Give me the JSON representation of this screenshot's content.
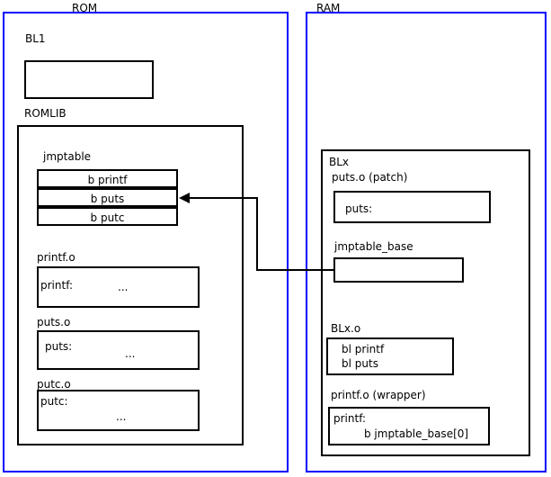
{
  "diagram": {
    "title": "ROM / RAM jump table patching diagram",
    "colors": {
      "region_border": "#0000ff",
      "box_border": "#000000",
      "text": "#000000",
      "background": "#ffffff"
    },
    "regions": [
      {
        "id": "rom",
        "label": "ROM"
      },
      {
        "id": "ram",
        "label": "RAM"
      }
    ],
    "rom": {
      "label": "ROM",
      "bl1": {
        "label": "BL1",
        "body": ""
      },
      "romlib": {
        "label": "ROMLIB",
        "jmptable": {
          "label": "jmptable",
          "rows": [
            {
              "text": "b printf"
            },
            {
              "text": "b puts"
            },
            {
              "text": "b putc"
            }
          ]
        },
        "objects": [
          {
            "label": "printf.o",
            "symbol": "printf:",
            "ellipsis": "...",
            "ellipsis_inline": true
          },
          {
            "label": "puts.o",
            "symbol": "puts:",
            "ellipsis": "...",
            "ellipsis_inline": true
          },
          {
            "label": "putc.o",
            "symbol": "putc:",
            "ellipsis": "...",
            "ellipsis_inline": false
          }
        ]
      }
    },
    "ram": {
      "label": "RAM",
      "blx": {
        "label": "BLx",
        "puts_patch": {
          "label": "puts.o (patch)",
          "symbol": "puts:"
        },
        "jmptable_base": {
          "label": "jmptable_base",
          "body": ""
        },
        "blx_o": {
          "label": "BLx.o",
          "lines": [
            "bl printf",
            "bl puts"
          ]
        },
        "printf_wrapper": {
          "label": "printf.o (wrapper)",
          "symbol": "printf:",
          "instruction": "b jmptable_base[0]"
        }
      }
    },
    "connector": {
      "name": "jmptable-base-to-b-puts-arrow",
      "from": "jmptable_base",
      "to": "b puts"
    }
  }
}
